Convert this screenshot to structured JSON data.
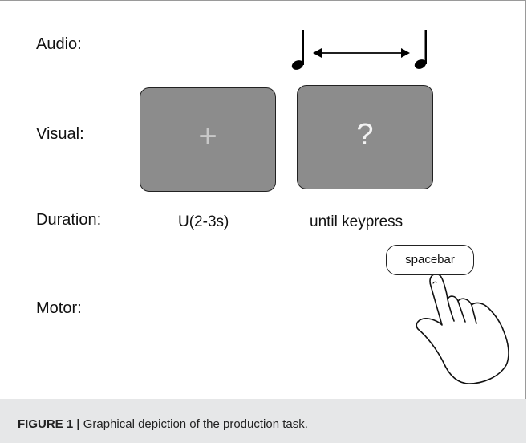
{
  "rows": {
    "audio": "Audio:",
    "visual": "Visual:",
    "duration": "Duration:",
    "motor": "Motor:"
  },
  "screens": {
    "first_symbol": "+",
    "second_symbol": "?"
  },
  "durations": {
    "first": "U(2-3s)",
    "second": "until keypress"
  },
  "key": {
    "label": "spacebar"
  },
  "caption": {
    "label": "FIGURE 1 |",
    "text": " Graphical depiction of the production task."
  },
  "colors": {
    "screen_fill": "#8c8c8c",
    "caption_background": "#e6e7e8"
  },
  "icons": [
    "quarter-note-icon",
    "double-arrow-icon",
    "pointing-hand-icon"
  ]
}
